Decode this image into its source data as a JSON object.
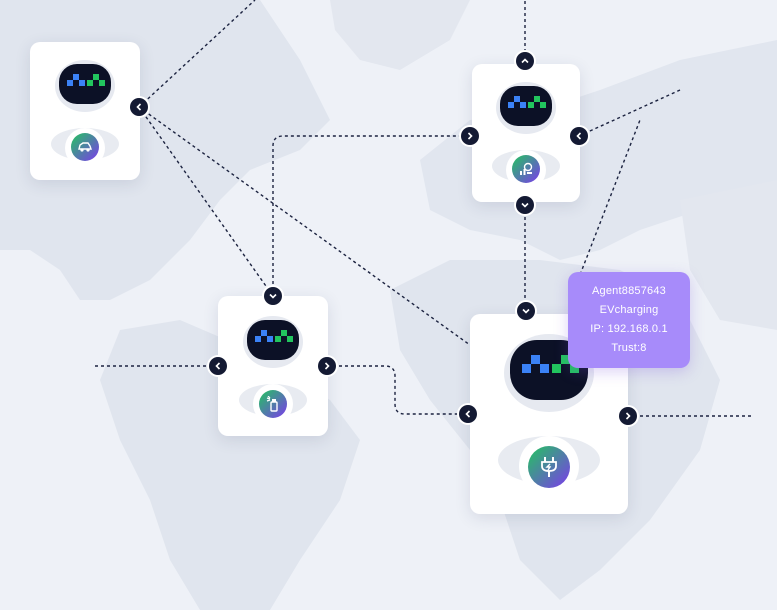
{
  "colors": {
    "connector": "#141a33",
    "line": "#1c2340",
    "tooltip_bg": "#a78bfa",
    "eye_blue": "#3b82f6",
    "eye_green": "#22c55e",
    "badge_from": "#22c55e",
    "badge_to": "#7c3aed"
  },
  "agents": [
    {
      "id": "agent-1",
      "icon": "car-icon"
    },
    {
      "id": "agent-2",
      "icon": "meter-icon"
    },
    {
      "id": "agent-3",
      "icon": "spray-icon"
    },
    {
      "id": "agent-4",
      "icon": "plug-icon"
    }
  ],
  "tooltip": {
    "agent": "Agent8857643",
    "service": "EVcharging",
    "ip": "IP: 192.168.0.1",
    "trust": "Trust:8"
  }
}
